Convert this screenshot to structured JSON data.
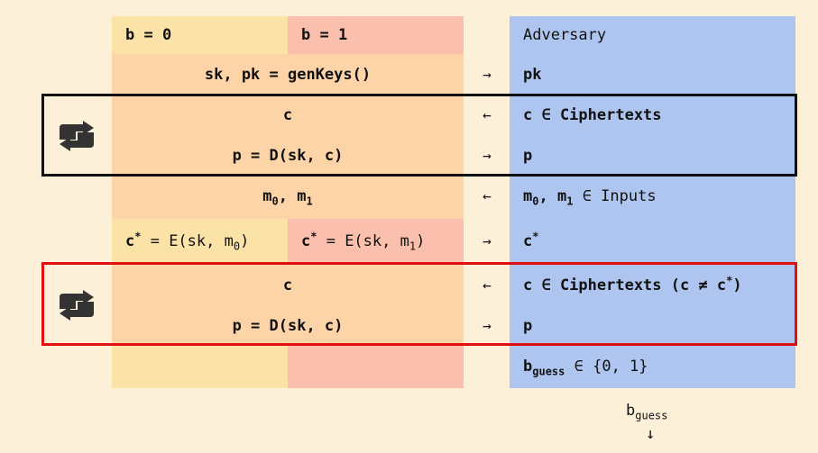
{
  "header": {
    "b0": "b = 0",
    "b1": "b = 1",
    "adversary": "Adversary"
  },
  "rows": {
    "keygen": {
      "left": "sk, pk = genKeys()",
      "right": "pk"
    },
    "query1": {
      "left_c": "c",
      "right_c": "c ∈ Ciphertexts",
      "left_p": "p = D(sk, c)",
      "right_p": "p"
    },
    "challenge_msgs": {
      "right_suffix": "∈ Inputs"
    },
    "challenge_ct": {
      "right": "c"
    },
    "query2": {
      "left_c": "c",
      "right_c_prefix": "c ∈ Ciphertexts (c ≠ c",
      "right_c_suffix": ")",
      "left_p": "p = D(sk, c)",
      "right_p": "p"
    },
    "guess": {
      "right_suffix": "∈ {0, 1}"
    }
  },
  "arrows": {
    "to_adversary": "→",
    "from_adversary": "←"
  },
  "output": {
    "label": "b",
    "sub": "guess",
    "arrow": "↓"
  },
  "colors": {
    "background": "#fdf0d8",
    "b0": "#fbe3a8",
    "b1": "#fbbfad",
    "shared": "#fdd3a8",
    "adversary": "#aec6ef",
    "loop_box_1": "#111111",
    "loop_box_2": "#e01010"
  },
  "icons": [
    "repeat-icon",
    "repeat-icon"
  ]
}
